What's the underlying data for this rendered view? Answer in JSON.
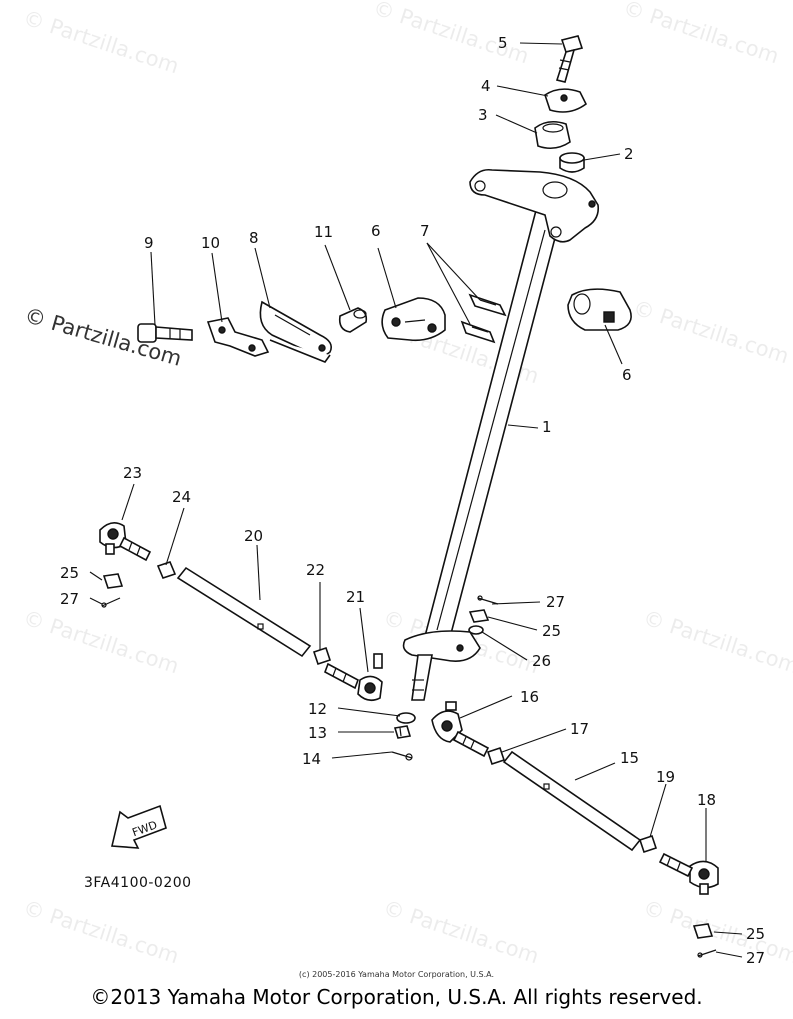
{
  "watermark": {
    "brand": "© Partzilla.com",
    "short": "© Partzilla.com"
  },
  "diagram": {
    "code": "3FA4100-0200",
    "fwd_label": "FWD",
    "callouts": {
      "c1": "1",
      "c2": "2",
      "c3": "3",
      "c4": "4",
      "c5": "5",
      "c6a": "6",
      "c6b": "6",
      "c7": "7",
      "c8": "8",
      "c9": "9",
      "c10": "10",
      "c11": "11",
      "c12": "12",
      "c13": "13",
      "c14": "14",
      "c15": "15",
      "c16": "16",
      "c17": "17",
      "c18": "18",
      "c19": "19",
      "c20": "20",
      "c21": "21",
      "c22": "22",
      "c23": "23",
      "c24": "24",
      "c25a": "25",
      "c25b": "25",
      "c25c": "25",
      "c26": "26",
      "c27a": "27",
      "c27b": "27",
      "c27c": "27"
    }
  },
  "footer": {
    "small_copyright": "(c) 2005-2016 Yamaha Motor Corporation, U.S.A.",
    "copyright": "©2013 Yamaha Motor Corporation, U.S.A. All rights reserved."
  }
}
